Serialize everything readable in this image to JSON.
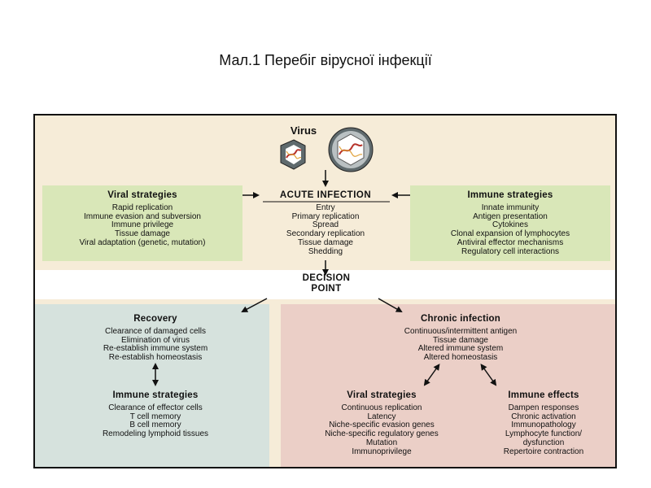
{
  "title": "Мал.1 Перебіг вірусної інфекції",
  "virus": {
    "label": "Virus"
  },
  "acute": {
    "heading": "ACUTE INFECTION",
    "items": [
      "Entry",
      "Primary replication",
      "Spread",
      "Secondary replication",
      "Tissue damage",
      "Shedding"
    ]
  },
  "viral_strategies_top": {
    "heading": "Viral strategies",
    "items": [
      "Rapid replication",
      "Immune evasion and subversion",
      "Immune privilege",
      "Tissue damage",
      "Viral adaptation (genetic, mutation)"
    ]
  },
  "immune_strategies_top": {
    "heading": "Immune strategies",
    "items": [
      "Innate immunity",
      "Antigen presentation",
      "Cytokines",
      "Clonal expansion of lymphocytes",
      "Antiviral effector mechanisms",
      "Regulatory cell interactions"
    ]
  },
  "decision": {
    "line1": "DECISION",
    "line2": "POINT"
  },
  "recovery": {
    "heading": "Recovery",
    "items": [
      "Clearance of damaged cells",
      "Elimination of virus",
      "Re-establish immune system",
      "Re-establish homeostasis"
    ]
  },
  "immune_strategies_bottom": {
    "heading": "Immune strategies",
    "items": [
      "Clearance of effector cells",
      "T cell memory",
      "B cell memory",
      "Remodeling lymphoid tissues"
    ]
  },
  "chronic": {
    "heading": "Chronic infection",
    "items": [
      "Continuous/intermittent antigen",
      "Tissue damage",
      "Altered immune system",
      "Altered homeostasis"
    ]
  },
  "viral_strategies_bottom": {
    "heading": "Viral strategies",
    "items": [
      "Continuous replication",
      "Latency",
      "Niche-specific evasion genes",
      "Niche-specific regulatory genes",
      "Mutation",
      "Immunoprivilege"
    ]
  },
  "immune_effects": {
    "heading": "Immune effects",
    "items": [
      "Dampen responses",
      "Chronic activation",
      "Immunopathology",
      "Lymphocyte function/",
      "dysfunction",
      "Repertoire contraction"
    ]
  },
  "colors": {
    "background": "#f6ecd8",
    "strategy_box": "#d9e7b8",
    "recovery_panel": "#d6e2dd",
    "chronic_panel": "#ebcfc7",
    "virion_fill": "#5f6a6d"
  }
}
